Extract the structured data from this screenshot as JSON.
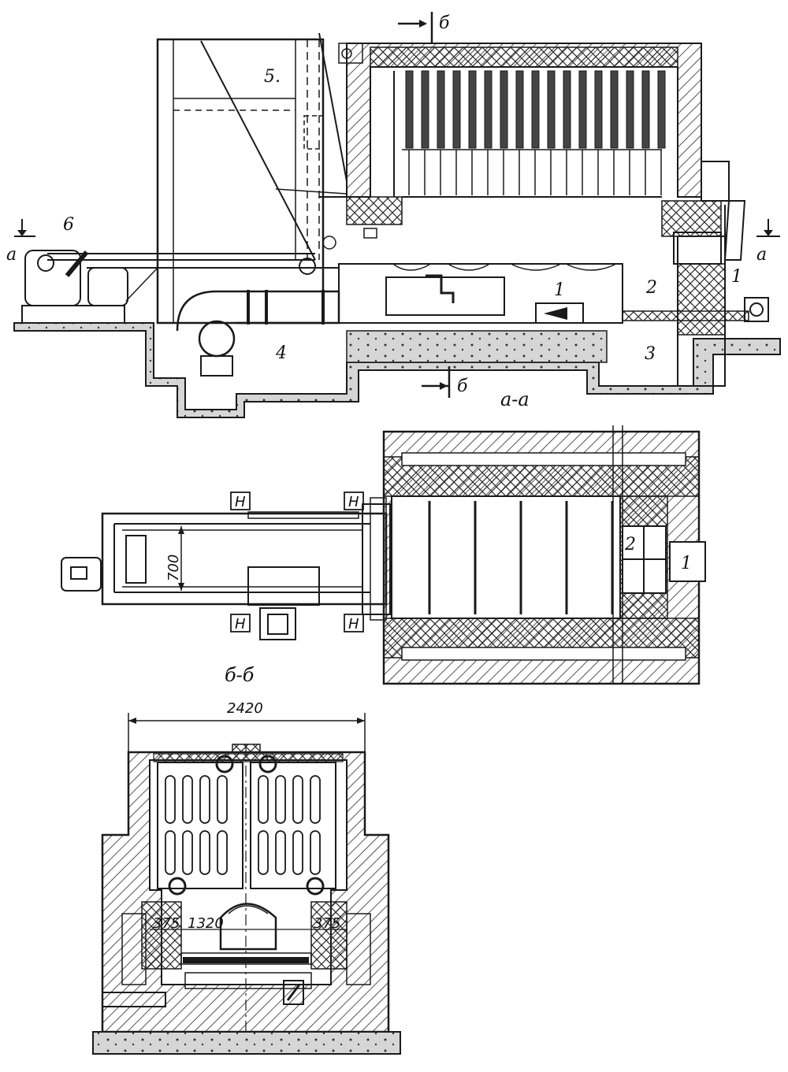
{
  "colors": {
    "ink": "#1a1a1a",
    "paper": "#ffffff",
    "hatch": "#2a2a2a",
    "concrete": "#bdbdbd"
  },
  "section_labels": {
    "section_a": "а-а",
    "section_b": "б-б",
    "cut_a_left": "а",
    "cut_a_right": "а",
    "cut_b_top": "б",
    "cut_b_bottom": "б"
  },
  "callouts_side": {
    "n1_right": "1",
    "n1_inside": "1",
    "n2": "2",
    "n3": "3",
    "n4": "4",
    "n5": "5.",
    "n6": "6"
  },
  "callouts_plan": {
    "n1": "1",
    "n2": "2",
    "h_marks": [
      "Н",
      "Н",
      "Н",
      "Н"
    ],
    "dim_700": "700"
  },
  "cross_section": {
    "dim_total": "2420",
    "dim_left": "375",
    "dim_mid": "1320",
    "dim_right": "375"
  }
}
